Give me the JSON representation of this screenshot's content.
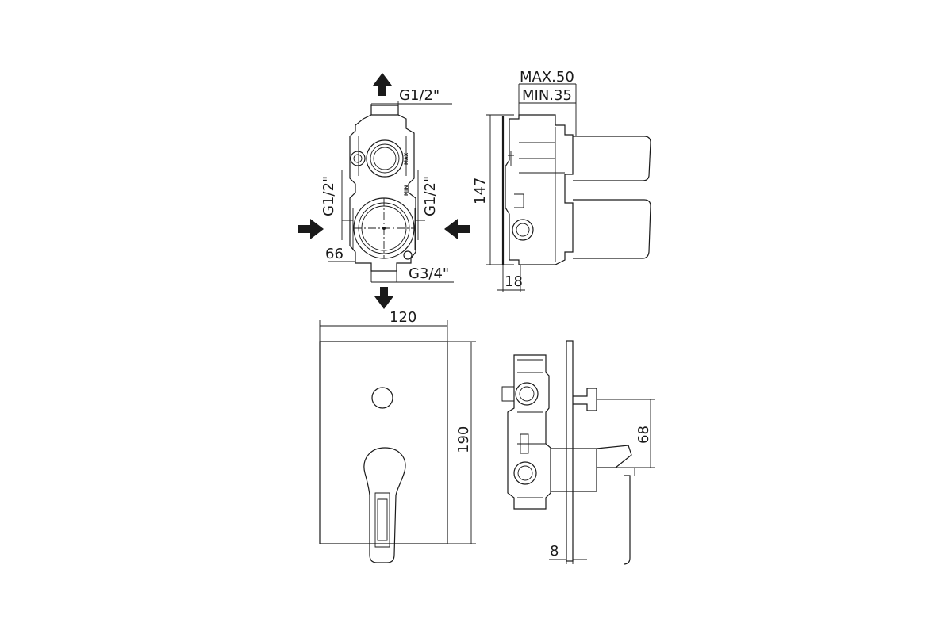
{
  "dimensions": {
    "top_outlet_thread": "G1/2\"",
    "left_inlet_thread": "G1/2\"",
    "right_inlet_thread": "G1/2\"",
    "bottom_outlet_thread": "G3/4\"",
    "body_offset": "66",
    "depth_max": "MAX.50",
    "depth_min": "MIN.35",
    "body_height": "147",
    "wall_offset": "18",
    "plate_width": "120",
    "plate_height": "190",
    "handle_axis": "68",
    "plate_thickness": "8"
  },
  "markings": {
    "max": "MAX",
    "min": "MIN"
  },
  "flow_arrows": [
    "up",
    "in-left",
    "in-right",
    "down"
  ]
}
